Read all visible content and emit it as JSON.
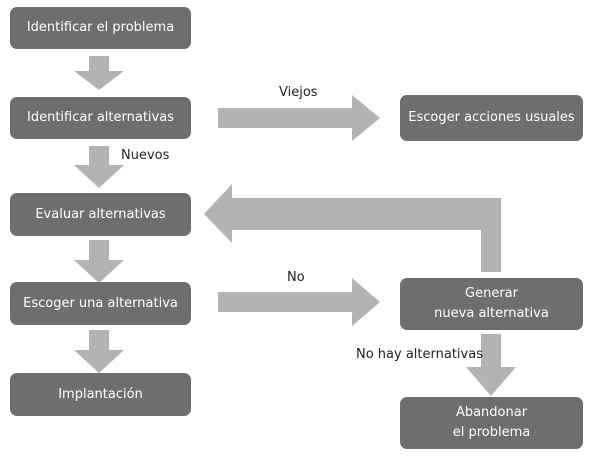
{
  "colors": {
    "box_fill": "#6e6e6e",
    "box_text": "#ffffff",
    "arrow_fill": "#b3b3b3",
    "label_text": "#222222"
  },
  "nodes": {
    "identificar_problema": "Identificar el problema",
    "identificar_alternativas": "Identificar alternativas",
    "escoger_acciones_usuales": "Escoger acciones usuales",
    "evaluar_alternativas": "Evaluar alternativas",
    "escoger_alternativa": "Escoger una alternativa",
    "implantacion": "Implantación",
    "generar_line1": "Generar",
    "generar_line2": "nueva alternativa",
    "abandonar_line1": "Abandonar",
    "abandonar_line2": "el problema"
  },
  "edge_labels": {
    "viejos": "Viejos",
    "nuevos": "Nuevos",
    "no": "No",
    "no_hay_alternativas": "No hay alternativas"
  }
}
